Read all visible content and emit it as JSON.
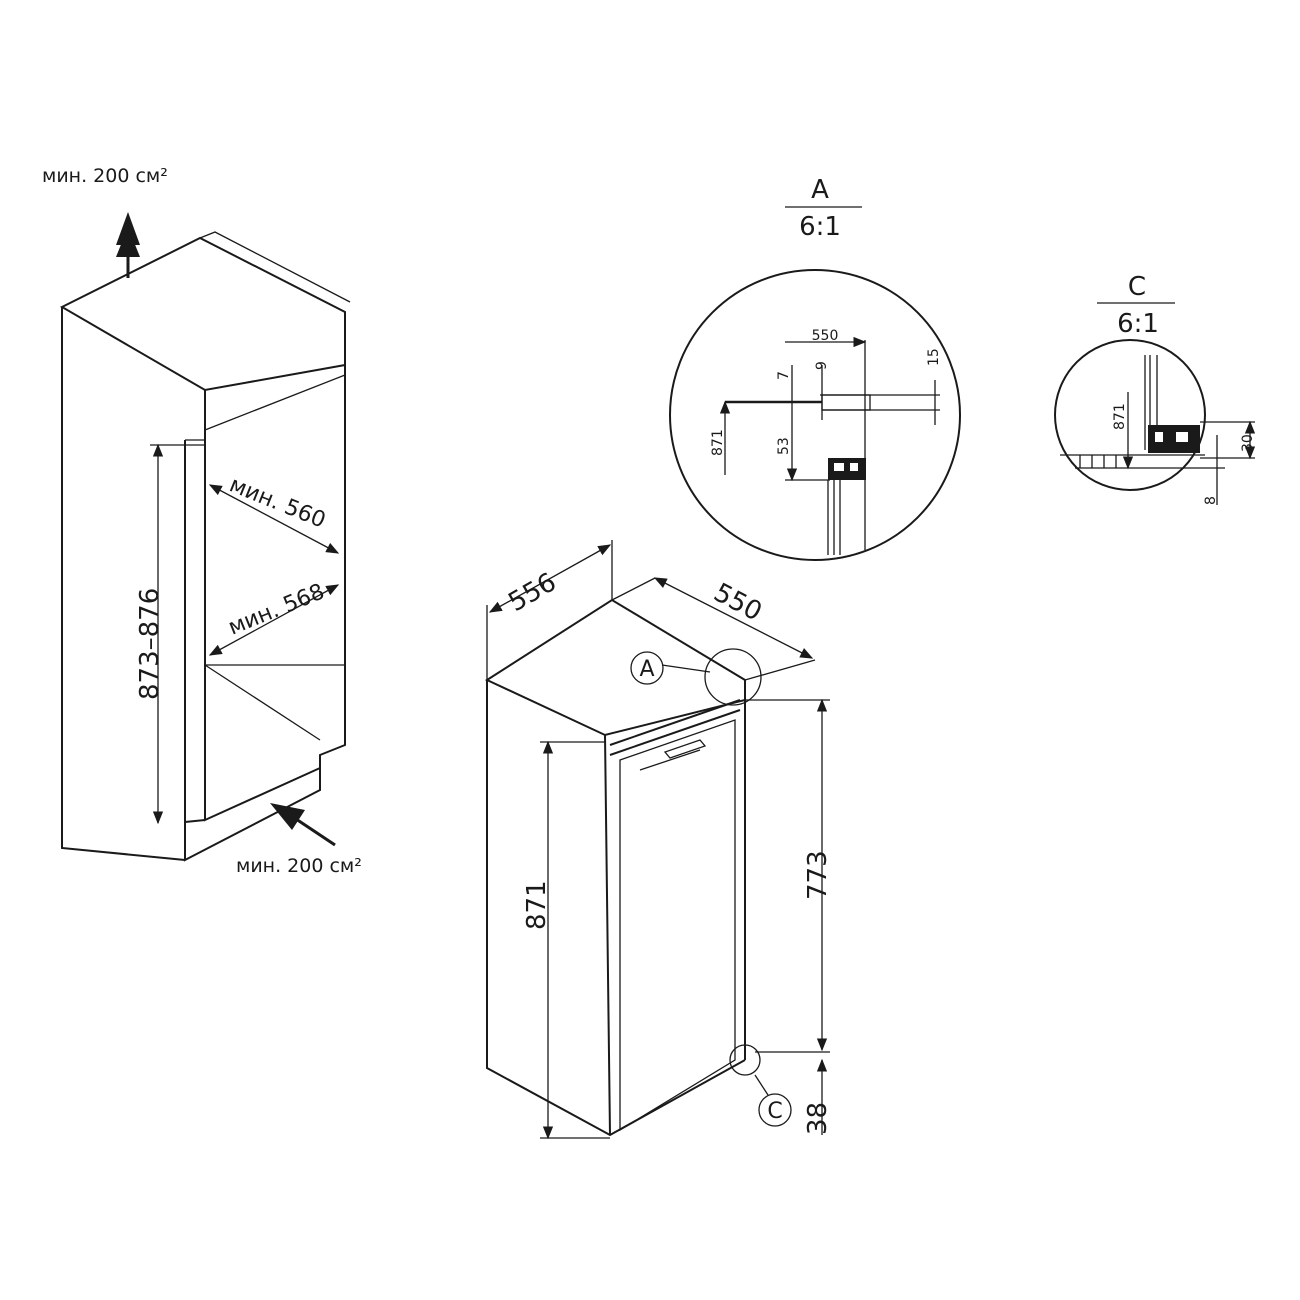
{
  "cabinet": {
    "top_vent_label": "мин. 200 см²",
    "bottom_vent_label": "мин. 200 см²",
    "height_range": "873–876",
    "min_width_label": "мин. 560",
    "min_depth_label": "мин. 568"
  },
  "appliance": {
    "width": "556",
    "depth": "550",
    "height": "871",
    "door_height": "773",
    "bottom_offset": "38",
    "callout_a": "A",
    "callout_c": "C"
  },
  "detail_a": {
    "name": "A",
    "scale": "6:1",
    "dims": {
      "d550": "550",
      "d9": "9",
      "d7": "7",
      "d15": "15",
      "d871": "871",
      "d53": "53"
    }
  },
  "detail_c": {
    "name": "C",
    "scale": "6:1",
    "dims": {
      "d871": "871",
      "d30": "30",
      "d8": "8"
    }
  }
}
